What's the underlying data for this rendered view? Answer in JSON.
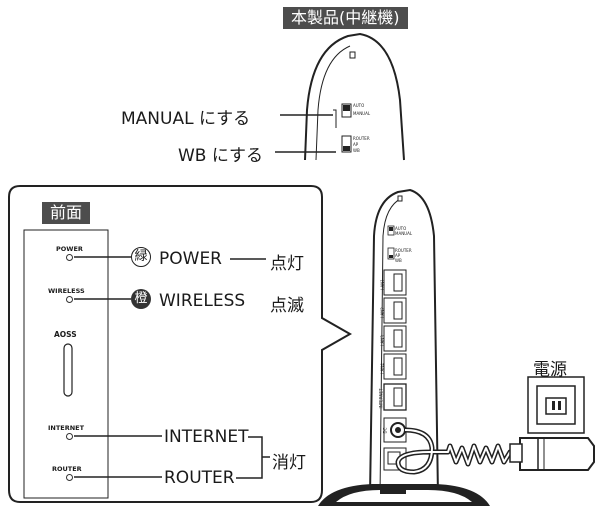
{
  "top_view": {
    "device_tag": "本製品(中継機)",
    "switch1_label": "MANUAL にする",
    "switch2_label": "WB にする",
    "switch1_positions": [
      "AUTO",
      "MANUAL"
    ],
    "switch2_positions": [
      "ROUTER",
      "AP",
      "WB"
    ]
  },
  "front_panel": {
    "tag": "前面",
    "leds": [
      {
        "label": "POWER",
        "color_mark": "緑",
        "name": "POWER",
        "state": "点灯"
      },
      {
        "label": "WIRELESS",
        "color_mark": "橙",
        "name": "WIRELESS",
        "state": "点滅"
      },
      {
        "label": "INTERNET",
        "name": "INTERNET"
      },
      {
        "label": "ROUTER",
        "name": "ROUTER"
      }
    ],
    "aoss_label": "AOSS",
    "off_state": "消灯"
  },
  "side_view": {
    "switch1_positions": [
      "AUTO",
      "MANUAL"
    ],
    "switch2_positions": [
      "ROUTER",
      "AP",
      "WB"
    ],
    "lan_ports": [
      "LAN1",
      "LAN2",
      "LAN3",
      "LAN4"
    ],
    "internet_port": "INTERNET",
    "dc_label": "DC"
  },
  "power": {
    "label": "電源"
  }
}
